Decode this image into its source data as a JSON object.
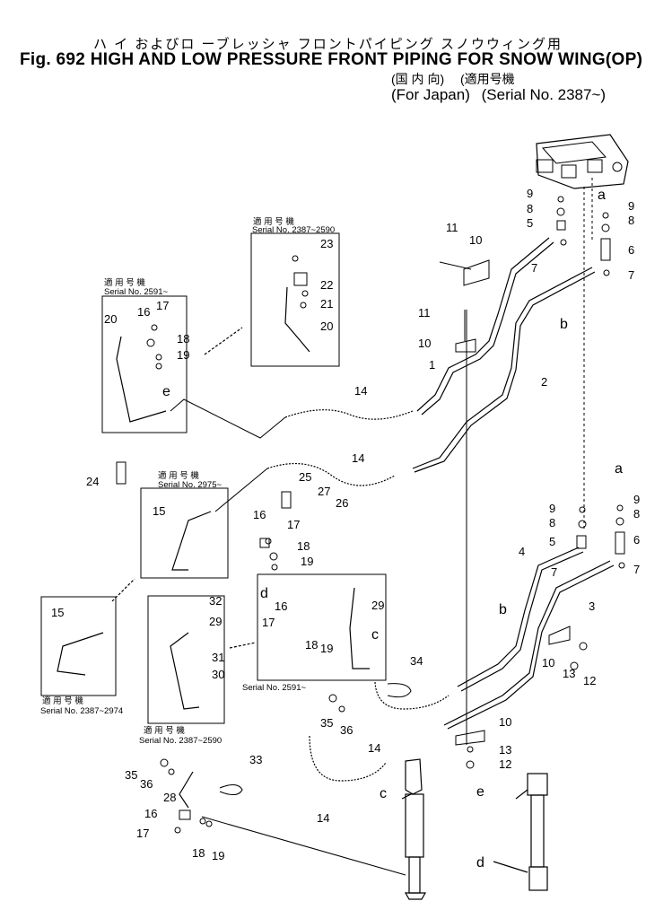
{
  "header": {
    "jp_title": "ハ イ およびロ ーブレッシャ フロントパイピング スノウウィング用",
    "title": "Fig. 692 HIGH AND LOW PRESSURE FRONT PIPING FOR SNOW WING(OP)",
    "region_jp": "(国 内 向)",
    "serial_jp": "(適用号機",
    "region": "(For Japan)",
    "serial": "(Serial No. 2387~)"
  },
  "insets": {
    "a": {
      "jp": "適 用 号 機",
      "serial": "Serial No. 2387~2590"
    },
    "b": {
      "jp": "適 用 号 機",
      "serial": "Serial No. 2591~"
    },
    "c": {
      "jp": "適 用 号 機",
      "serial": "Serial No. 2975~"
    },
    "d": {
      "jp": "適 用 号 機",
      "serial": "Serial No. 2387~2974"
    },
    "e": {
      "jp": "適 用 号 機",
      "serial": "Serial No. 2387~2590"
    },
    "f": {
      "serial": "Serial No. 2591~"
    }
  },
  "callouts": {
    "c1": "1",
    "c2": "2",
    "c3": "3",
    "c4": "4",
    "c5": "5",
    "c5b": "5",
    "c6": "6",
    "c6b": "6",
    "c7": "7",
    "c7b": "7",
    "c7c": "7",
    "c7d": "7",
    "c8": "8",
    "c8b": "8",
    "c8c": "8",
    "c8d": "8",
    "c9": "9",
    "c9b": "9",
    "c9c": "9",
    "c9d": "9",
    "c10": "10",
    "c10b": "10",
    "c10c": "10",
    "c10d": "10",
    "c11": "11",
    "c11b": "11",
    "c12": "12",
    "c12b": "12",
    "c13": "13",
    "c13b": "13",
    "c14a": "14",
    "c14b": "14",
    "c14c": "14",
    "c14d": "14",
    "c15a": "15",
    "c15b": "15",
    "c16a": "16",
    "c16b": "16",
    "c16c": "16",
    "c16d": "16",
    "c17a": "17",
    "c17b": "17",
    "c17c": "17",
    "c17d": "17",
    "c18a": "18",
    "c18b": "18",
    "c18c": "18",
    "c18d": "18",
    "c19a": "19",
    "c19b": "19",
    "c19c": "19",
    "c19d": "19",
    "c20a": "20",
    "c20b": "20",
    "c21": "21",
    "c22": "22",
    "c23": "23",
    "c24": "24",
    "c25": "25",
    "c26": "26",
    "c27": "27",
    "c28": "28",
    "c29a": "29",
    "c29b": "29",
    "c30": "30",
    "c31": "31",
    "c32": "32",
    "c33": "33",
    "c34": "34",
    "c35a": "35",
    "c35b": "35",
    "c36a": "36",
    "c36b": "36",
    "la1": "a",
    "la2": "a",
    "lb1": "b",
    "lb2": "b",
    "lc1": "c",
    "lc2": "c",
    "ld1": "d",
    "ld2": "d",
    "le1": "e",
    "le2": "e"
  }
}
